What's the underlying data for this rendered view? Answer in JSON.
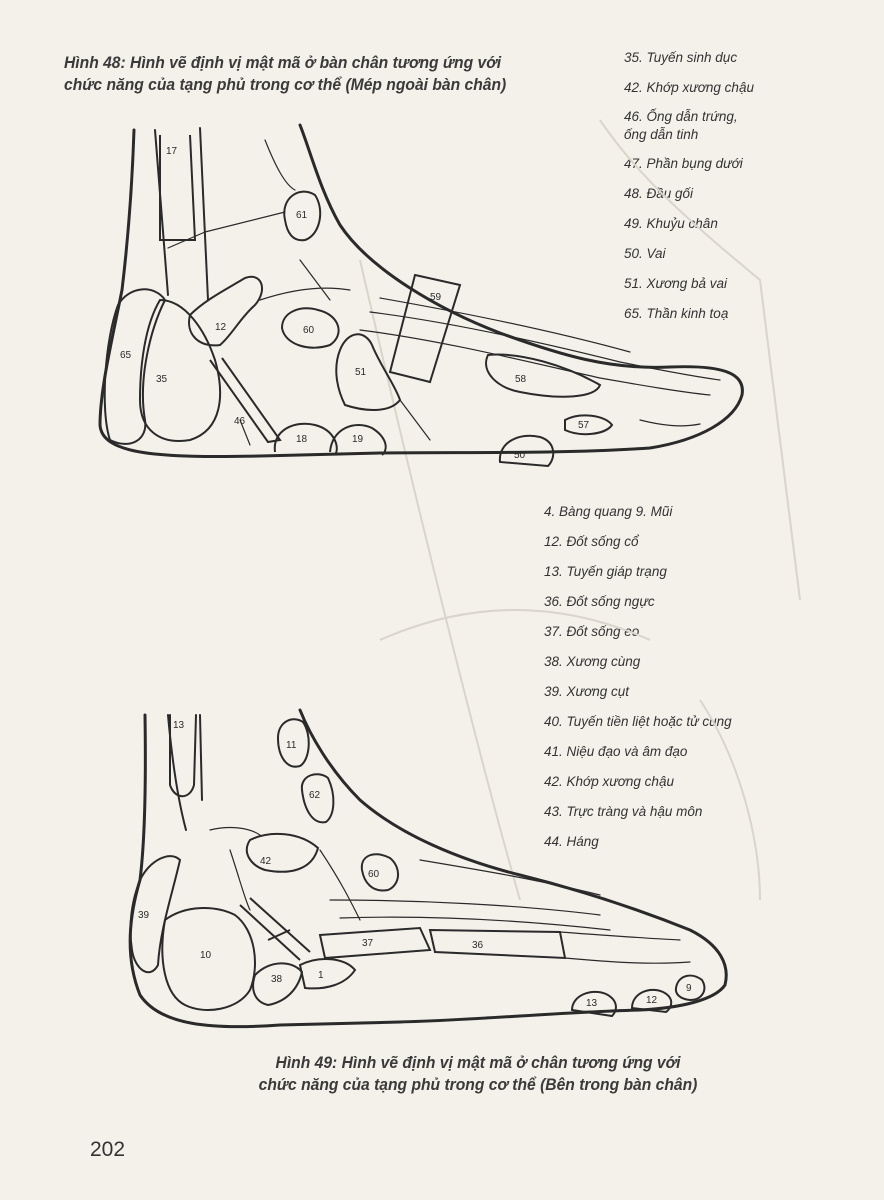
{
  "figure48": {
    "caption_line1": "Hình 48: Hình vẽ định vị mật mã ở bàn chân tương ứng với",
    "caption_line2": "chức năng của tạng phủ trong cơ thể (Mép ngoài bàn chân)",
    "legend": [
      "35. Tuyến sinh dục",
      "42. Khớp xương chậu",
      "46. Ống dẫn trứng,",
      "ống dẫn tinh",
      "47. Phần bụng dưới",
      "48. Đầu gối",
      "49. Khuỷu chân",
      "50. Vai",
      "51. Xương bả vai",
      "65. Thần kinh toạ"
    ],
    "zone_numbers": [
      "17",
      "61",
      "12",
      "60",
      "59",
      "65",
      "35",
      "51",
      "58",
      "46",
      "18",
      "19",
      "57",
      "50"
    ]
  },
  "figure49": {
    "caption_line1": "Hình 49: Hình vẽ định vị mật mã ở chân tương ứng với",
    "caption_line2": "chức năng của tạng phủ trong cơ thể (Bên trong bàn chân)",
    "legend": [
      "4. Bàng quang     9. Mũi",
      "12. Đốt sống cổ",
      "13. Tuyến giáp trạng",
      "36. Đốt sống ngực",
      "37. Đốt sống eo",
      "38. Xương cùng",
      "39. Xương cụt",
      "40. Tuyến tiền liệt hoặc tử cung",
      "41. Niệu đạo và âm đạo",
      "42. Khớp xương chậu",
      "43. Trực tràng và hậu môn",
      "44. Háng"
    ],
    "zone_numbers": [
      "13",
      "11",
      "62",
      "42",
      "60",
      "39",
      "10",
      "37",
      "36",
      "38",
      "1",
      "13",
      "12",
      "9"
    ]
  },
  "page_number": "202"
}
